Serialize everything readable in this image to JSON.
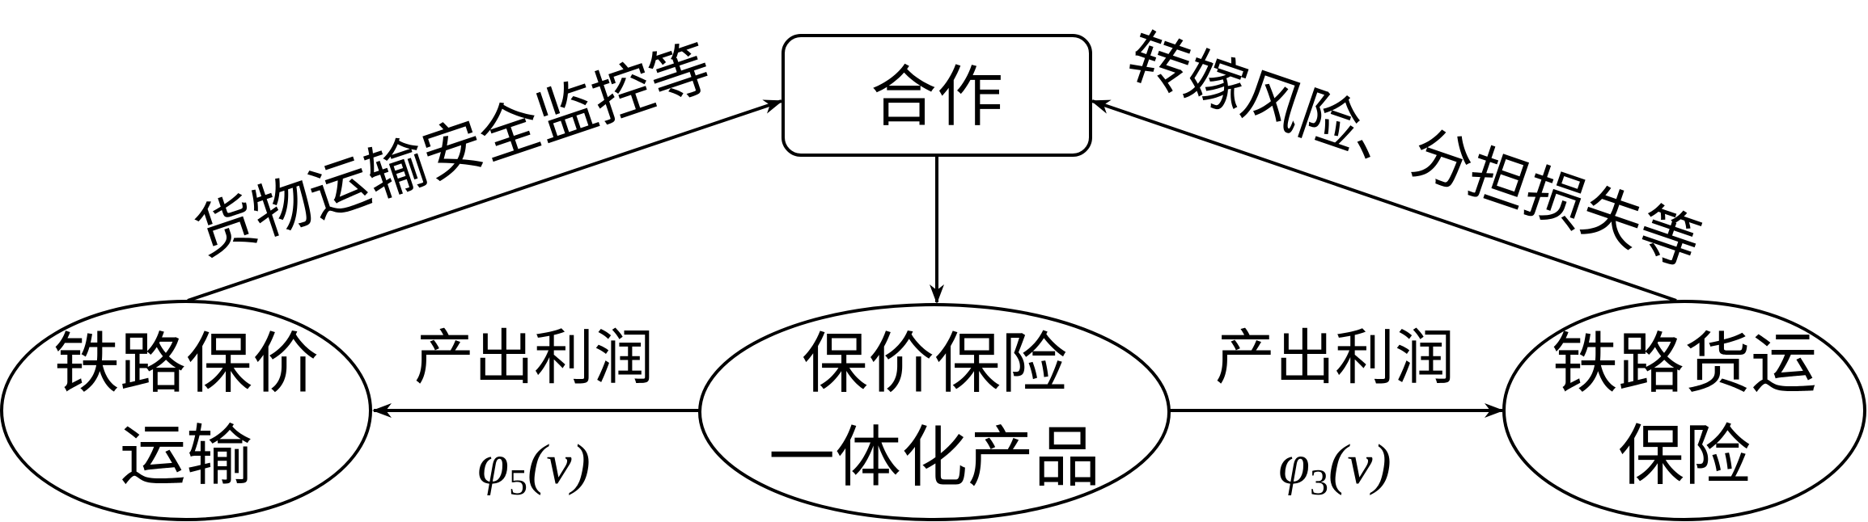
{
  "nodes": {
    "cooperation": "合作",
    "integrated_product_line1": "保价保险",
    "integrated_product_line2": "一体化产品",
    "railway_transport_line1": "铁路保价",
    "railway_transport_line2": "运输",
    "railway_insurance_line1": "铁路货运",
    "railway_insurance_line2": "保险"
  },
  "edges": {
    "left_diagonal": "货物运输安全监控等",
    "right_diagonal": "转嫁风险、分担损失等",
    "left_profit": "产出利润",
    "right_profit": "产出利润",
    "left_formula": {
      "symbol": "φ",
      "subscript": "5",
      "argument": "(v)"
    },
    "right_formula": {
      "symbol": "φ",
      "subscript": "3",
      "argument": "(v)"
    }
  },
  "colors": {
    "stroke": "#000000",
    "background": "#ffffff"
  }
}
